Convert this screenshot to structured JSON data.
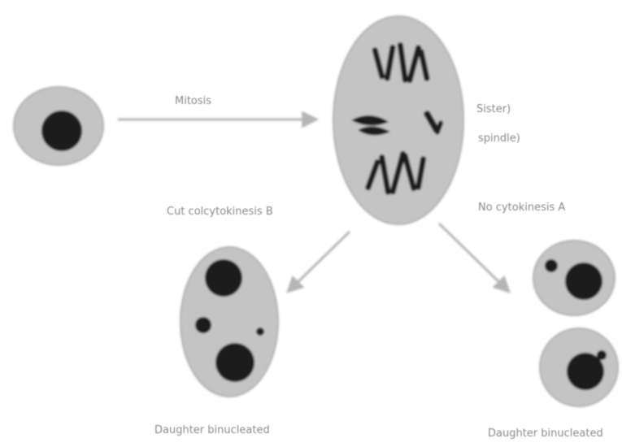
{
  "labels": {
    "arrow_top": "Mitosis",
    "right_1": "Sister)",
    "right_2": "spindle)",
    "left_mid": "Cut colcytokinesis  B",
    "right_mid": "No cytokinesis  A",
    "bottom_left": "Daughter binucleated",
    "bottom_right": "Daughter binucleated"
  },
  "colors": {
    "cell_fill": "#c4c4c4",
    "cell_outline": "#b0b0b0",
    "nucleus": "#1c1c1c",
    "arrow": "#b5b5b5",
    "text": "#8a8a8a"
  }
}
